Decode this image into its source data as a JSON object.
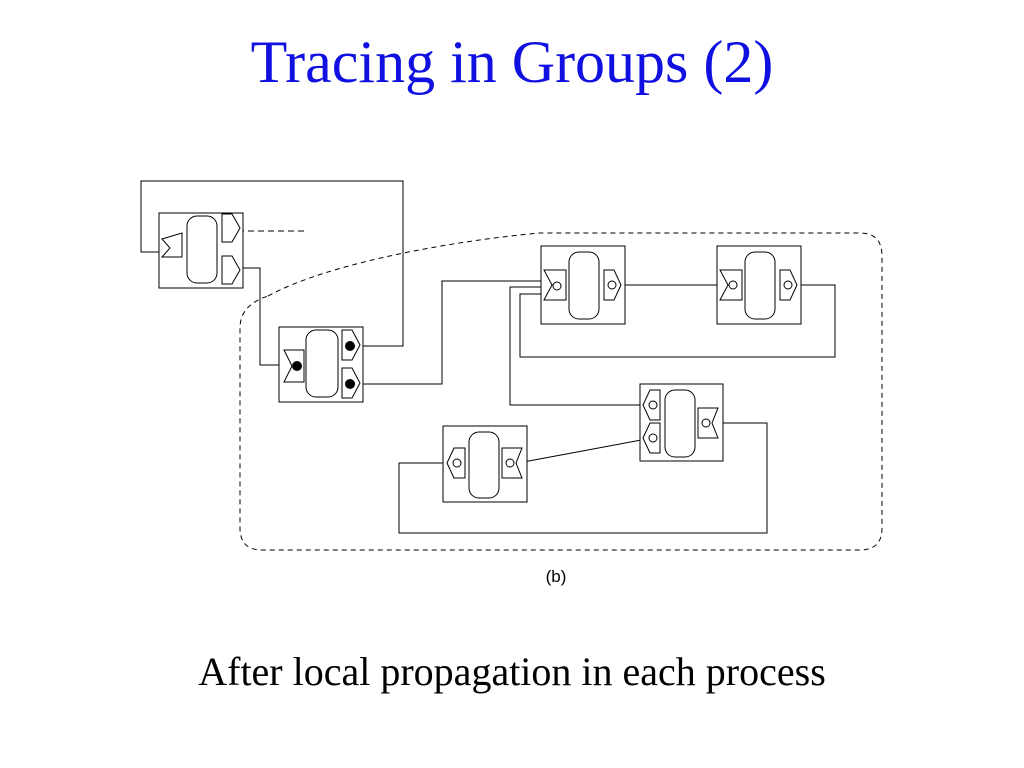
{
  "slide": {
    "title": "Tracing in Groups (2)",
    "caption": "After local propagation in each process"
  },
  "diagram": {
    "sublabel": "(b)"
  },
  "colors": {
    "title": "#1010e0",
    "text": "#000000",
    "background": "#ffffff"
  }
}
